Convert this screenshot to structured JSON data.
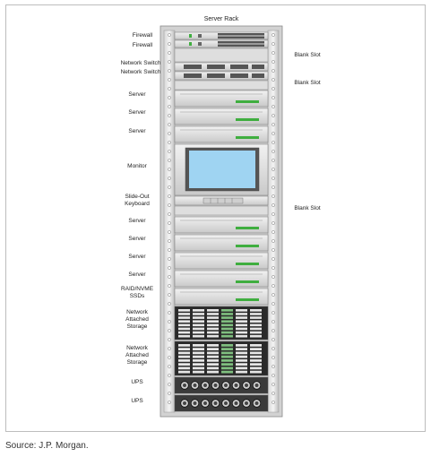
{
  "diagram": {
    "title": "Server Rack",
    "left_labels": [
      {
        "id": "fw1",
        "lines": [
          "Firewall"
        ]
      },
      {
        "id": "fw2",
        "lines": [
          "Firewall"
        ]
      },
      {
        "id": "ns1",
        "lines": [
          "Network Switch"
        ]
      },
      {
        "id": "ns2",
        "lines": [
          "Network Switch"
        ]
      },
      {
        "id": "srv1",
        "lines": [
          "Server"
        ]
      },
      {
        "id": "srv2",
        "lines": [
          "Server"
        ]
      },
      {
        "id": "srv3",
        "lines": [
          "Server"
        ]
      },
      {
        "id": "mon",
        "lines": [
          "Monitor"
        ]
      },
      {
        "id": "kbd",
        "lines": [
          "Slide-Out",
          "Keyboard"
        ]
      },
      {
        "id": "srv4",
        "lines": [
          "Server"
        ]
      },
      {
        "id": "srv5",
        "lines": [
          "Server"
        ]
      },
      {
        "id": "srv6",
        "lines": [
          "Server"
        ]
      },
      {
        "id": "srv7",
        "lines": [
          "Server"
        ]
      },
      {
        "id": "raid",
        "lines": [
          "RAID/NVME",
          "SSDs"
        ]
      },
      {
        "id": "nas1",
        "lines": [
          "Network",
          "Attached",
          "Storage"
        ]
      },
      {
        "id": "nas2",
        "lines": [
          "Network",
          "Attached",
          "Storage"
        ]
      },
      {
        "id": "ups1",
        "lines": [
          "UPS"
        ]
      },
      {
        "id": "ups2",
        "lines": [
          "UPS"
        ]
      }
    ],
    "right_labels": [
      {
        "id": "blank1",
        "text": "Blank Slot"
      },
      {
        "id": "blank2",
        "text": "Blank Slot"
      },
      {
        "id": "blank3",
        "text": "Blank Slot"
      }
    ]
  },
  "footer": {
    "source": "Source: J.P. Morgan."
  },
  "colors": {
    "rack_frame": "#c8c8c8",
    "unit_face": "#e4e4e4",
    "led_green": "#3fae3f",
    "screen_blue": "#9fd4f2",
    "storage_dark": "#2a2a2a"
  }
}
